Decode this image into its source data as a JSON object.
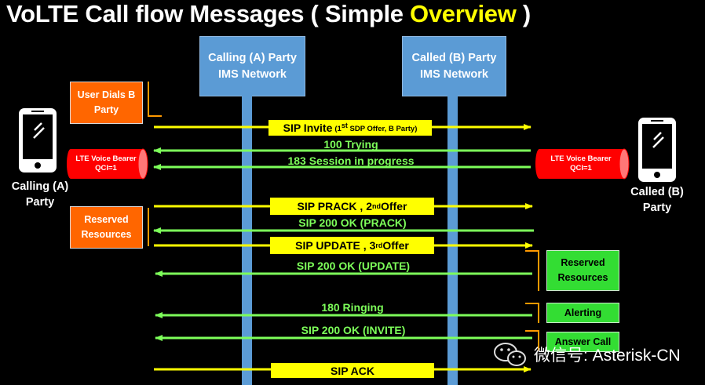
{
  "title": {
    "part1": "VoLTE Call flow Messages ( Simple ",
    "highlight": "Overview",
    "part2": " )"
  },
  "network_a": {
    "line1": "Calling (A) Party",
    "line2": "IMS Network"
  },
  "network_b": {
    "line1": "Called (B) Party",
    "line2": "IMS Network"
  },
  "phone_a": {
    "line1": "Calling (A)",
    "line2": "Party",
    "icon": "smartphone-icon"
  },
  "phone_b": {
    "line1": "Called (B)",
    "line2": "Party",
    "icon": "smartphone-icon"
  },
  "bearer_a": {
    "line1": "LTE Voice Bearer",
    "line2": "QCI=1"
  },
  "bearer_b": {
    "line1": "LTE Voice Bearer",
    "line2": "QCI=1"
  },
  "notes_a": [
    {
      "line1": "User Dials B",
      "line2": "Party"
    },
    {
      "line1": "Reserved",
      "line2": "Resources"
    }
  ],
  "notes_b": [
    {
      "line1": "Reserved",
      "line2": "Resources"
    },
    {
      "line1": "Alerting"
    },
    {
      "line1": "Answer Call"
    }
  ],
  "messages": {
    "invite": {
      "label": "SIP Invite",
      "detail_pre": "(1",
      "detail_sup": "st",
      "detail_post": " SDP Offer, B Party)"
    },
    "trying": {
      "label": "100 Trying"
    },
    "session_progress": {
      "label": "183 Session in progress"
    },
    "prack": {
      "label_pre": "SIP PRACK , 2",
      "label_sup": "nd",
      "label_post": " Offer"
    },
    "ok_prack": {
      "label": "SIP 200 OK (PRACK)"
    },
    "update": {
      "label_pre": "SIP UPDATE , 3",
      "label_sup": "rd",
      "label_post": " Offer"
    },
    "ok_update": {
      "label": "SIP 200 OK (UPDATE)"
    },
    "ringing": {
      "label": "180 Ringing"
    },
    "ok_invite": {
      "label": "SIP 200 OK (INVITE)"
    },
    "ack": {
      "label": "SIP ACK"
    }
  },
  "watermark": {
    "text": "微信号: Asterisk-CN",
    "icon": "wechat-icon"
  },
  "colors": {
    "background": "#000000",
    "request": "#ffff00",
    "response": "#7dff5a",
    "lifeline": "#5b9bd5",
    "note_a": "#ff6600",
    "note_b": "#33dd33",
    "bracket": "#ff9900"
  }
}
